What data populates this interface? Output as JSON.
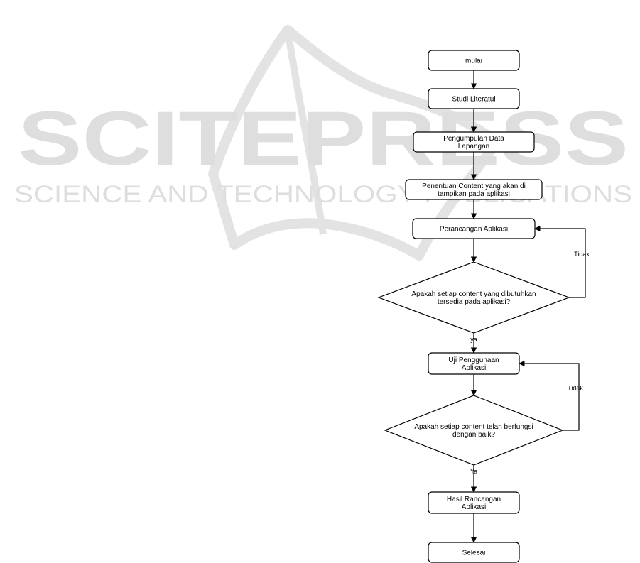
{
  "watermark": {
    "title": "SCITEPRESS",
    "subtitle": "SCIENCE AND TECHNOLOGY PUBLICATIONS",
    "color": "#dedede"
  },
  "flowchart": {
    "nodes": [
      {
        "id": "mulai",
        "shape": "rounded-rect",
        "lines": [
          "mulai"
        ]
      },
      {
        "id": "studi",
        "shape": "rounded-rect",
        "lines": [
          "Studi Literatul"
        ]
      },
      {
        "id": "pengumpulan",
        "shape": "rounded-rect",
        "lines": [
          "Pengumpulan Data",
          "Lapangan"
        ]
      },
      {
        "id": "penentuan",
        "shape": "rounded-rect",
        "lines": [
          "Penentuan Content yang akan di",
          "tampikan pada aplikasi"
        ]
      },
      {
        "id": "perancangan",
        "shape": "rounded-rect",
        "lines": [
          "Perancangan Aplikasi"
        ]
      },
      {
        "id": "decision1",
        "shape": "diamond",
        "lines": [
          "Apakah setiap content yang dibutuhkan",
          "tersedia pada aplikasi?"
        ]
      },
      {
        "id": "uji",
        "shape": "rounded-rect",
        "lines": [
          "Uji Penggunaan",
          "Aplikasi"
        ]
      },
      {
        "id": "decision2",
        "shape": "diamond",
        "lines": [
          "Apakah setiap content telah berfungsi",
          "dengan baik?"
        ]
      },
      {
        "id": "hasil",
        "shape": "rounded-rect",
        "lines": [
          "Hasil Rancangan",
          "Aplikasi"
        ]
      },
      {
        "id": "selesai",
        "shape": "rounded-rect",
        "lines": [
          "Selesai"
        ]
      }
    ],
    "edges": [
      {
        "from": "mulai",
        "to": "studi",
        "label": ""
      },
      {
        "from": "studi",
        "to": "pengumpulan",
        "label": ""
      },
      {
        "from": "pengumpulan",
        "to": "penentuan",
        "label": ""
      },
      {
        "from": "penentuan",
        "to": "perancangan",
        "label": ""
      },
      {
        "from": "perancangan",
        "to": "decision1",
        "label": ""
      },
      {
        "from": "decision1",
        "to": "uji",
        "label": "ya"
      },
      {
        "from": "decision1",
        "to": "perancangan",
        "label": "Tidak"
      },
      {
        "from": "uji",
        "to": "decision2",
        "label": ""
      },
      {
        "from": "decision2",
        "to": "hasil",
        "label": "Ya"
      },
      {
        "from": "decision2",
        "to": "uji",
        "label": "Tidak"
      },
      {
        "from": "hasil",
        "to": "selesai",
        "label": ""
      }
    ]
  }
}
